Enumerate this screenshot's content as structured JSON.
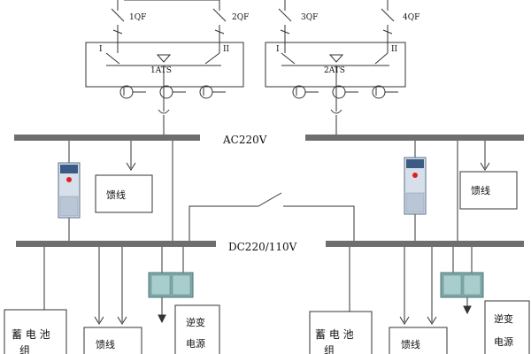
{
  "diagram": {
    "breakers": [
      "1QF",
      "2QF",
      "3QF",
      "4QF"
    ],
    "ats_left": {
      "label": "1ATS",
      "input_1": "I",
      "input_2": "II"
    },
    "ats_right": {
      "label": "2ATS",
      "input_1": "I",
      "input_2": "II"
    },
    "ac_bus_label": "AC220V",
    "dc_bus_label": "DC220/110V",
    "feeder_label": "馈线",
    "battery_label_line1": "蓄 电 池",
    "battery_label_line2": "组",
    "inverter_label_line1": "逆变",
    "inverter_label_line2": "电源",
    "colors": {
      "line": "#333333",
      "bus": "#6e6e6e",
      "module_border": "#5b6f88",
      "module_fill": "#d7e0ea",
      "indicator": "#e02020",
      "inverter_unit": "#7fa8a8"
    }
  }
}
